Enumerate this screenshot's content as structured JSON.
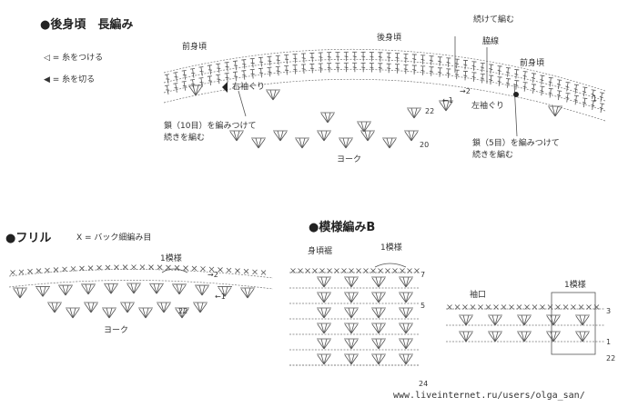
{
  "back_bodice": {
    "title": "後身頃　長編み",
    "legend_attach": "◁ = 糸をつける",
    "legend_cut": "◀ = 糸を切る",
    "label_front_left": "前身頃",
    "label_back": "後身頃",
    "label_front_right": "前身頃",
    "label_continue": "続けて編む",
    "label_side": "脇線",
    "label_right_armhole": "右袖ぐり",
    "label_left_armhole": "左袖ぐり",
    "note_chain10_line1": "鎖（10目）を編みつけて",
    "note_chain10_line2": "続きを編む",
    "note_chain5_line1": "鎖（5目）を編みつけて",
    "note_chain5_line2": "続きを編む",
    "label_yoke": "ヨーク",
    "row_1": "1",
    "row_2": "→2",
    "row_back": "←1",
    "row_22": "22",
    "row_20": "20"
  },
  "frill": {
    "title": "フリル",
    "legend": "X = バック細編み目",
    "repeat": "1模様",
    "row_2": "→2",
    "row_1": "←1",
    "row_22": "22",
    "label_yoke": "ヨーク"
  },
  "pattern_b": {
    "title": "模様編みB",
    "label_hem": "身頃裾",
    "repeat_left": "1模様",
    "row_7": "7",
    "row_5": "5",
    "row_24": "24",
    "label_cuff": "袖口",
    "repeat_right": "1模様",
    "row_3": "3",
    "row_1": "1",
    "row_22": "22"
  },
  "watermark": "www.liveinternet.ru/users/olga_san/"
}
